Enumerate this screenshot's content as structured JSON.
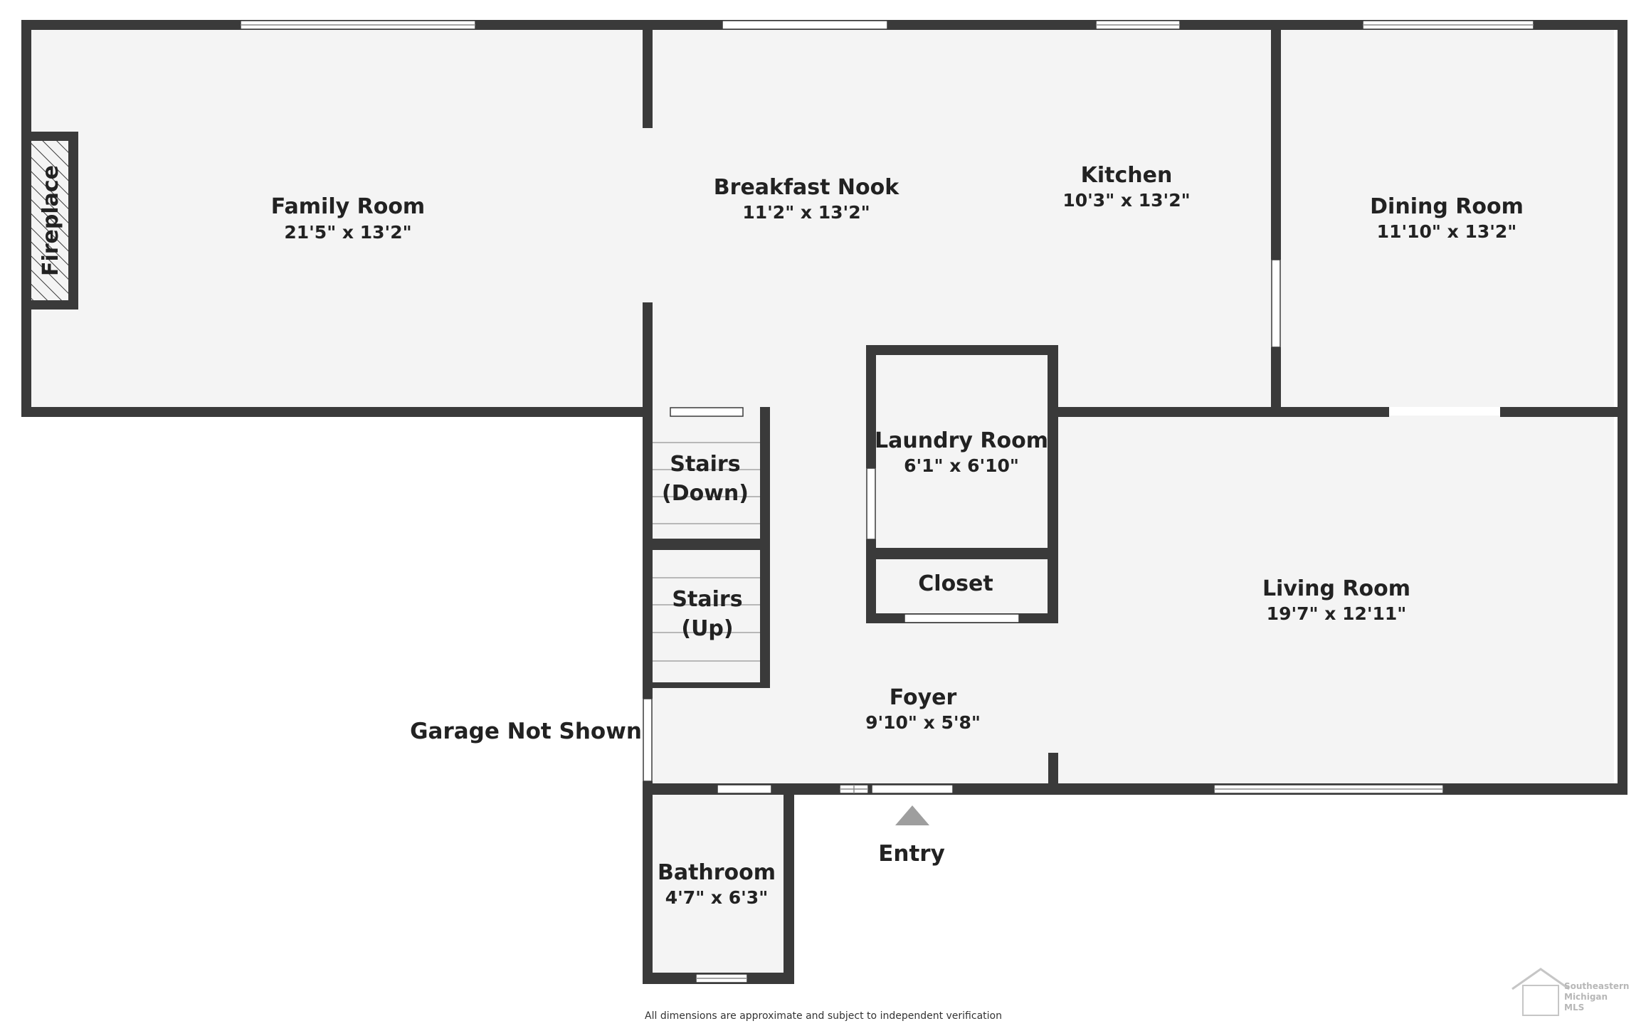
{
  "rooms": {
    "family_room": {
      "name": "Family Room",
      "dims": "21'5\" x 13'2\""
    },
    "breakfast_nook": {
      "name": "Breakfast Nook",
      "dims": "11'2\" x 13'2\""
    },
    "kitchen": {
      "name": "Kitchen",
      "dims": "10'3\" x 13'2\""
    },
    "dining_room": {
      "name": "Dining Room",
      "dims": "11'10\" x 13'2\""
    },
    "laundry_room": {
      "name": "Laundry Room",
      "dims": "6'1\" x 6'10\""
    },
    "closet": {
      "name": "Closet"
    },
    "stairs_down": {
      "line1": "Stairs",
      "line2": "(Down)"
    },
    "stairs_up": {
      "line1": "Stairs",
      "line2": "(Up)"
    },
    "living_room": {
      "name": "Living Room",
      "dims": "19'7\" x 12'11\""
    },
    "foyer": {
      "name": "Foyer",
      "dims": "9'10\" x 5'8\""
    },
    "bathroom": {
      "name": "Bathroom",
      "dims": "4'7\" x 6'3\""
    }
  },
  "labels": {
    "fireplace": "Fireplace",
    "garage": "Garage Not Shown",
    "entry": "Entry",
    "disclaimer": "All dimensions are approximate and subject to independent verification"
  },
  "logo": {
    "line1": "Southeastern",
    "line2": "Michigan",
    "line3": "MLS"
  },
  "colors": {
    "wall": "#3a3a3a",
    "floor": "#f4f4f4",
    "entry_arrow": "#9e9e9e"
  }
}
